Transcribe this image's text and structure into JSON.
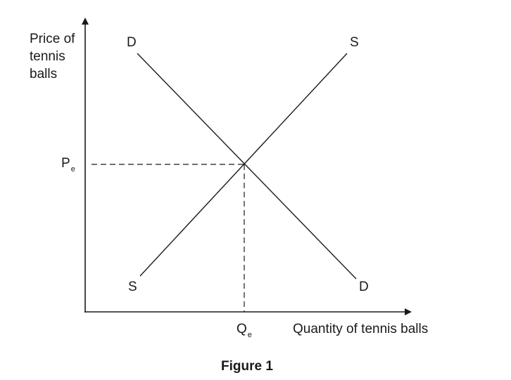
{
  "diagram": {
    "y_axis_label": [
      "Price of",
      "tennis",
      "balls"
    ],
    "x_axis_label": "Quantity of tennis balls",
    "demand_label": "D",
    "supply_label": "S",
    "price_label": "P",
    "price_subscript": "e",
    "quantity_label": "Q",
    "quantity_subscript": "e",
    "caption": "Figure 1",
    "line_color": "#1a1a1a"
  }
}
